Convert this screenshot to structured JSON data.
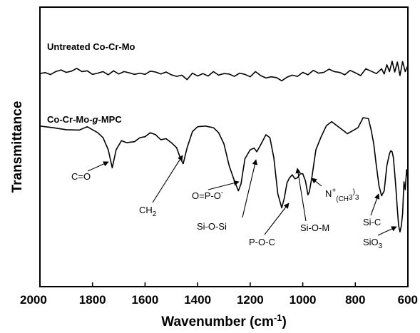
{
  "chart_data": {
    "type": "line",
    "xlabel": "Wavenumber (cm-1)",
    "ylabel": "Transmittance",
    "xlim": [
      2000,
      600
    ],
    "x_reversed": true,
    "x_ticks": [
      2000,
      1800,
      1600,
      1400,
      1200,
      1000,
      800,
      600
    ],
    "y_ticks_shown": false,
    "grid": false,
    "y_units": "arbitrary",
    "series": [
      {
        "name": "Untreated Co-Cr-Mo",
        "x": [
          2000,
          1980,
          1960,
          1940,
          1920,
          1900,
          1880,
          1860,
          1840,
          1820,
          1800,
          1780,
          1760,
          1740,
          1720,
          1700,
          1680,
          1660,
          1640,
          1620,
          1600,
          1580,
          1560,
          1540,
          1520,
          1500,
          1480,
          1460,
          1440,
          1420,
          1400,
          1380,
          1360,
          1340,
          1320,
          1300,
          1280,
          1260,
          1240,
          1220,
          1200,
          1180,
          1160,
          1140,
          1120,
          1100,
          1080,
          1060,
          1040,
          1020,
          1000,
          980,
          960,
          940,
          920,
          900,
          880,
          860,
          840,
          820,
          800,
          780,
          760,
          740,
          720,
          700,
          690,
          680,
          670,
          660,
          650,
          640,
          630,
          620,
          610,
          600
        ],
        "y": [
          90.0,
          90.5,
          89.5,
          91.0,
          91.8,
          90.6,
          91.2,
          92.6,
          91.0,
          91.4,
          89.6,
          90.2,
          91.0,
          89.4,
          91.4,
          89.8,
          91.0,
          90.4,
          89.6,
          90.2,
          89.6,
          91.2,
          90.8,
          89.8,
          90.8,
          89.4,
          88.6,
          89.2,
          87.0,
          90.2,
          88.8,
          90.0,
          88.8,
          91.0,
          89.2,
          90.0,
          89.8,
          88.6,
          90.2,
          89.6,
          88.4,
          91.0,
          89.0,
          87.8,
          88.4,
          88.0,
          86.4,
          88.2,
          89.2,
          88.6,
          90.6,
          89.4,
          91.6,
          90.2,
          90.6,
          92.2,
          91.0,
          90.6,
          89.4,
          91.6,
          90.4,
          89.0,
          92.4,
          91.2,
          90.0,
          92.4,
          89.8,
          94.4,
          91.0,
          96.2,
          90.8,
          95.8,
          89.0,
          96.0,
          91.0,
          94.0
        ]
      },
      {
        "name": "Co-Cr-Mo-g-MPC",
        "x": [
          2000,
          1950,
          1900,
          1850,
          1820,
          1800,
          1780,
          1760,
          1740,
          1725,
          1710,
          1690,
          1670,
          1640,
          1620,
          1600,
          1580,
          1560,
          1540,
          1520,
          1500,
          1480,
          1465,
          1455,
          1440,
          1420,
          1400,
          1370,
          1340,
          1320,
          1300,
          1280,
          1260,
          1245,
          1235,
          1220,
          1200,
          1185,
          1175,
          1160,
          1140,
          1125,
          1110,
          1095,
          1080,
          1070,
          1060,
          1050,
          1040,
          1030,
          1020,
          1010,
          1000,
          990,
          980,
          975,
          965,
          950,
          930,
          910,
          890,
          870,
          850,
          830,
          810,
          790,
          770,
          750,
          740,
          730,
          720,
          710,
          700,
          690,
          680,
          670,
          665,
          660,
          655,
          650,
          645,
          640,
          635,
          630,
          625,
          620,
          615,
          610,
          605,
          600
        ],
        "y": [
          63.8,
          63.0,
          62.0,
          61.8,
          63.5,
          62.0,
          60.5,
          58.0,
          52.0,
          43.0,
          52.0,
          56.5,
          55.5,
          56.0,
          58.0,
          58.5,
          60.5,
          59.5,
          57.0,
          57.5,
          55.5,
          53.0,
          47.5,
          45.0,
          53.0,
          61.0,
          63.5,
          63.8,
          63.0,
          60.5,
          55.0,
          44.0,
          36.5,
          31.5,
          35.0,
          47.5,
          52.0,
          52.8,
          51.0,
          54.5,
          59.5,
          58.0,
          48.0,
          30.0,
          23.0,
          28.0,
          35.5,
          38.0,
          39.5,
          37.5,
          38.0,
          40.0,
          40.0,
          36.5,
          29.5,
          31.0,
          38.5,
          52.0,
          58.5,
          64.0,
          66.0,
          64.0,
          62.0,
          60.0,
          61.5,
          63.0,
          68.0,
          67.5,
          62.0,
          55.0,
          44.0,
          34.0,
          29.0,
          31.5,
          44.0,
          50.0,
          51.5,
          51.0,
          48.0,
          40.0,
          32.0,
          22.0,
          14.0,
          11.0,
          14.0,
          20.0,
          36.0,
          32.0,
          42.0,
          38.0
        ]
      }
    ],
    "series_labels": [
      "Untreated Co-Cr-Mo",
      "Co-Cr-Mo-g-MPC"
    ],
    "annotations": [
      {
        "label": "C=O",
        "x": 1732
      },
      {
        "label": "CH2",
        "x": 1456
      },
      {
        "label": "O=P-O-",
        "x": 1244
      },
      {
        "label": "Si-O-Si",
        "x": 1180
      },
      {
        "label": "P-O-C",
        "x": 1080
      },
      {
        "label": "Si-O-M",
        "x": 1020
      },
      {
        "label": "N+(CH3)3",
        "x": 975
      },
      {
        "label": "Si-C",
        "x": 700
      },
      {
        "label": "SiO3",
        "x": 630
      }
    ]
  }
}
